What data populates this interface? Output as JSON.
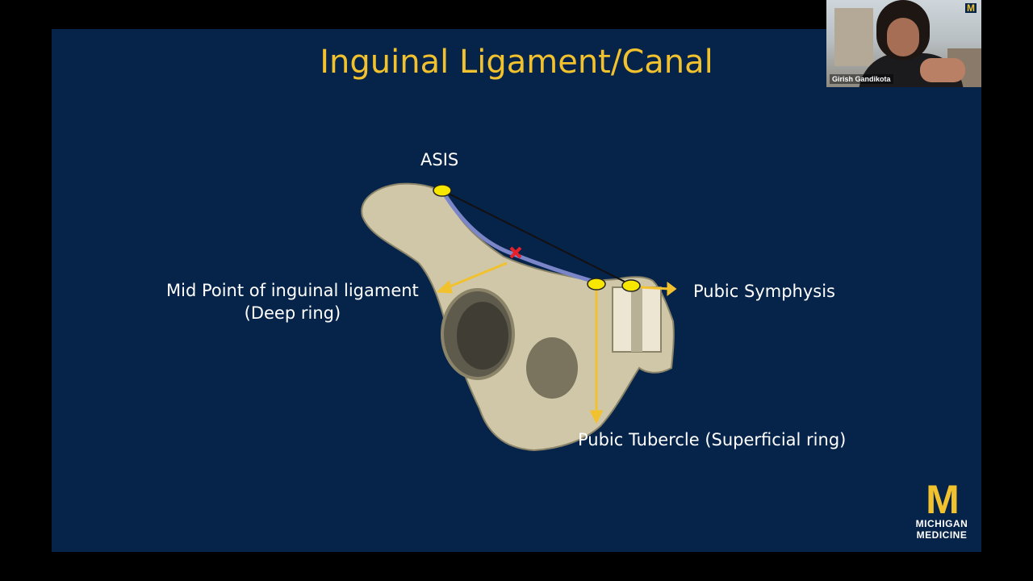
{
  "slide": {
    "title": "Inguinal Ligament/Canal",
    "labels": {
      "asis": "ASIS",
      "midpoint_line1": "Mid Point of inguinal ligament",
      "midpoint_line2": "(Deep ring)",
      "pubic_symphysis": "Pubic Symphysis",
      "pubic_tubercle": "Pubic Tubercle (Superficial ring)"
    },
    "colors": {
      "background": "#062449",
      "title": "#f2c12e",
      "arrow": "#f2c12e",
      "marker": "#f7e600",
      "cross": "#e8202a"
    }
  },
  "logo": {
    "mark": "M",
    "line1": "MICHIGAN",
    "line2": "MEDICINE"
  },
  "webcam": {
    "name": "Girish Gandikota",
    "badge": "M"
  }
}
